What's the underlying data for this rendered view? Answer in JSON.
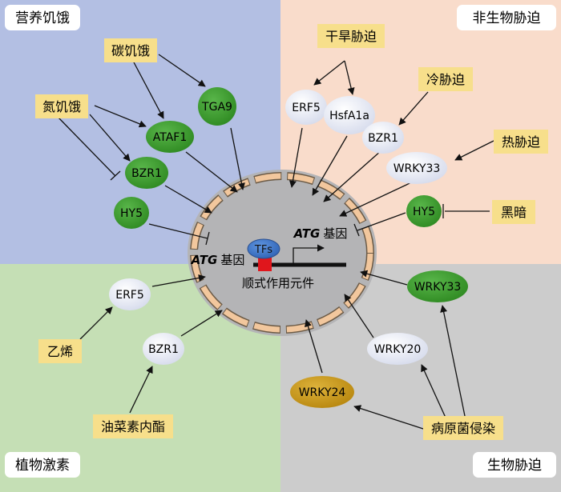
{
  "quadrants": {
    "nutrient": {
      "title": "营养饥饿",
      "color": "#b3bfe3"
    },
    "abiotic": {
      "title": "非生物胁迫",
      "color": "#f9dccb"
    },
    "hormone": {
      "title": "植物激素",
      "color": "#c5dfb5"
    },
    "biotic": {
      "title": "生物胁迫",
      "color": "#cccccc"
    }
  },
  "stimuli": {
    "carbon": "碳饥饿",
    "nitrogen": "氮饥饿",
    "drought": "干旱胁迫",
    "cold": "冷胁迫",
    "heat": "热胁迫",
    "dark": "黑暗",
    "ethylene": "乙烯",
    "brassinosteroid": "油菜素内酯",
    "pathogen": "病原菌侵染"
  },
  "factors": {
    "tga9": "TGA9",
    "ataf1": "ATAF1",
    "bzr1_nutrient": "BZR1",
    "hy5_nutrient": "HY5",
    "erf5_abiotic": "ERF5",
    "hsfa1a": "HsfA1a",
    "bzr1_abiotic": "BZR1",
    "wrky33_abiotic": "WRKY33",
    "hy5_abiotic": "HY5",
    "erf5_hormone": "ERF5",
    "bzr1_hormone": "BZR1",
    "wrky33_biotic": "WRKY33",
    "wrky20": "WRKY20",
    "wrky24": "WRKY24"
  },
  "nucleus": {
    "atg_left": "ATG",
    "atg_right": "ATG",
    "gene_suffix": "基因",
    "tfs": "TFs",
    "cis_element": "顺式作用元件"
  },
  "colors": {
    "yellow_box": "#f7df8b",
    "green_oval": "#3a9a2a",
    "light_oval": "#e4e8f5",
    "gold_oval": "#c99a18",
    "tfs_blue": "#3b73c6",
    "cis_red": "#e0161c",
    "membrane": "#f2c79d",
    "nucleus_fill": "#b4b4b6"
  }
}
